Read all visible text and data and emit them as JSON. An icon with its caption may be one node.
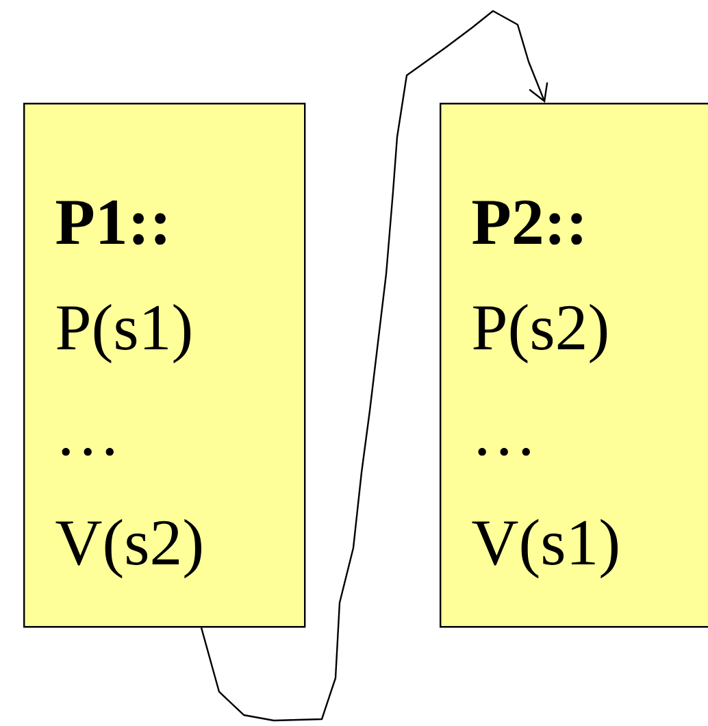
{
  "diagram": {
    "nodes": [
      {
        "text": [
          "P1::",
          "P(s1)",
          "…",
          "V(s2)"
        ]
      },
      {
        "text": [
          "P2::",
          "P(s2)",
          "…",
          "V(s1)"
        ]
      }
    ],
    "edges": [
      {
        "from": 0,
        "to": 1,
        "arrow": "to"
      }
    ]
  }
}
